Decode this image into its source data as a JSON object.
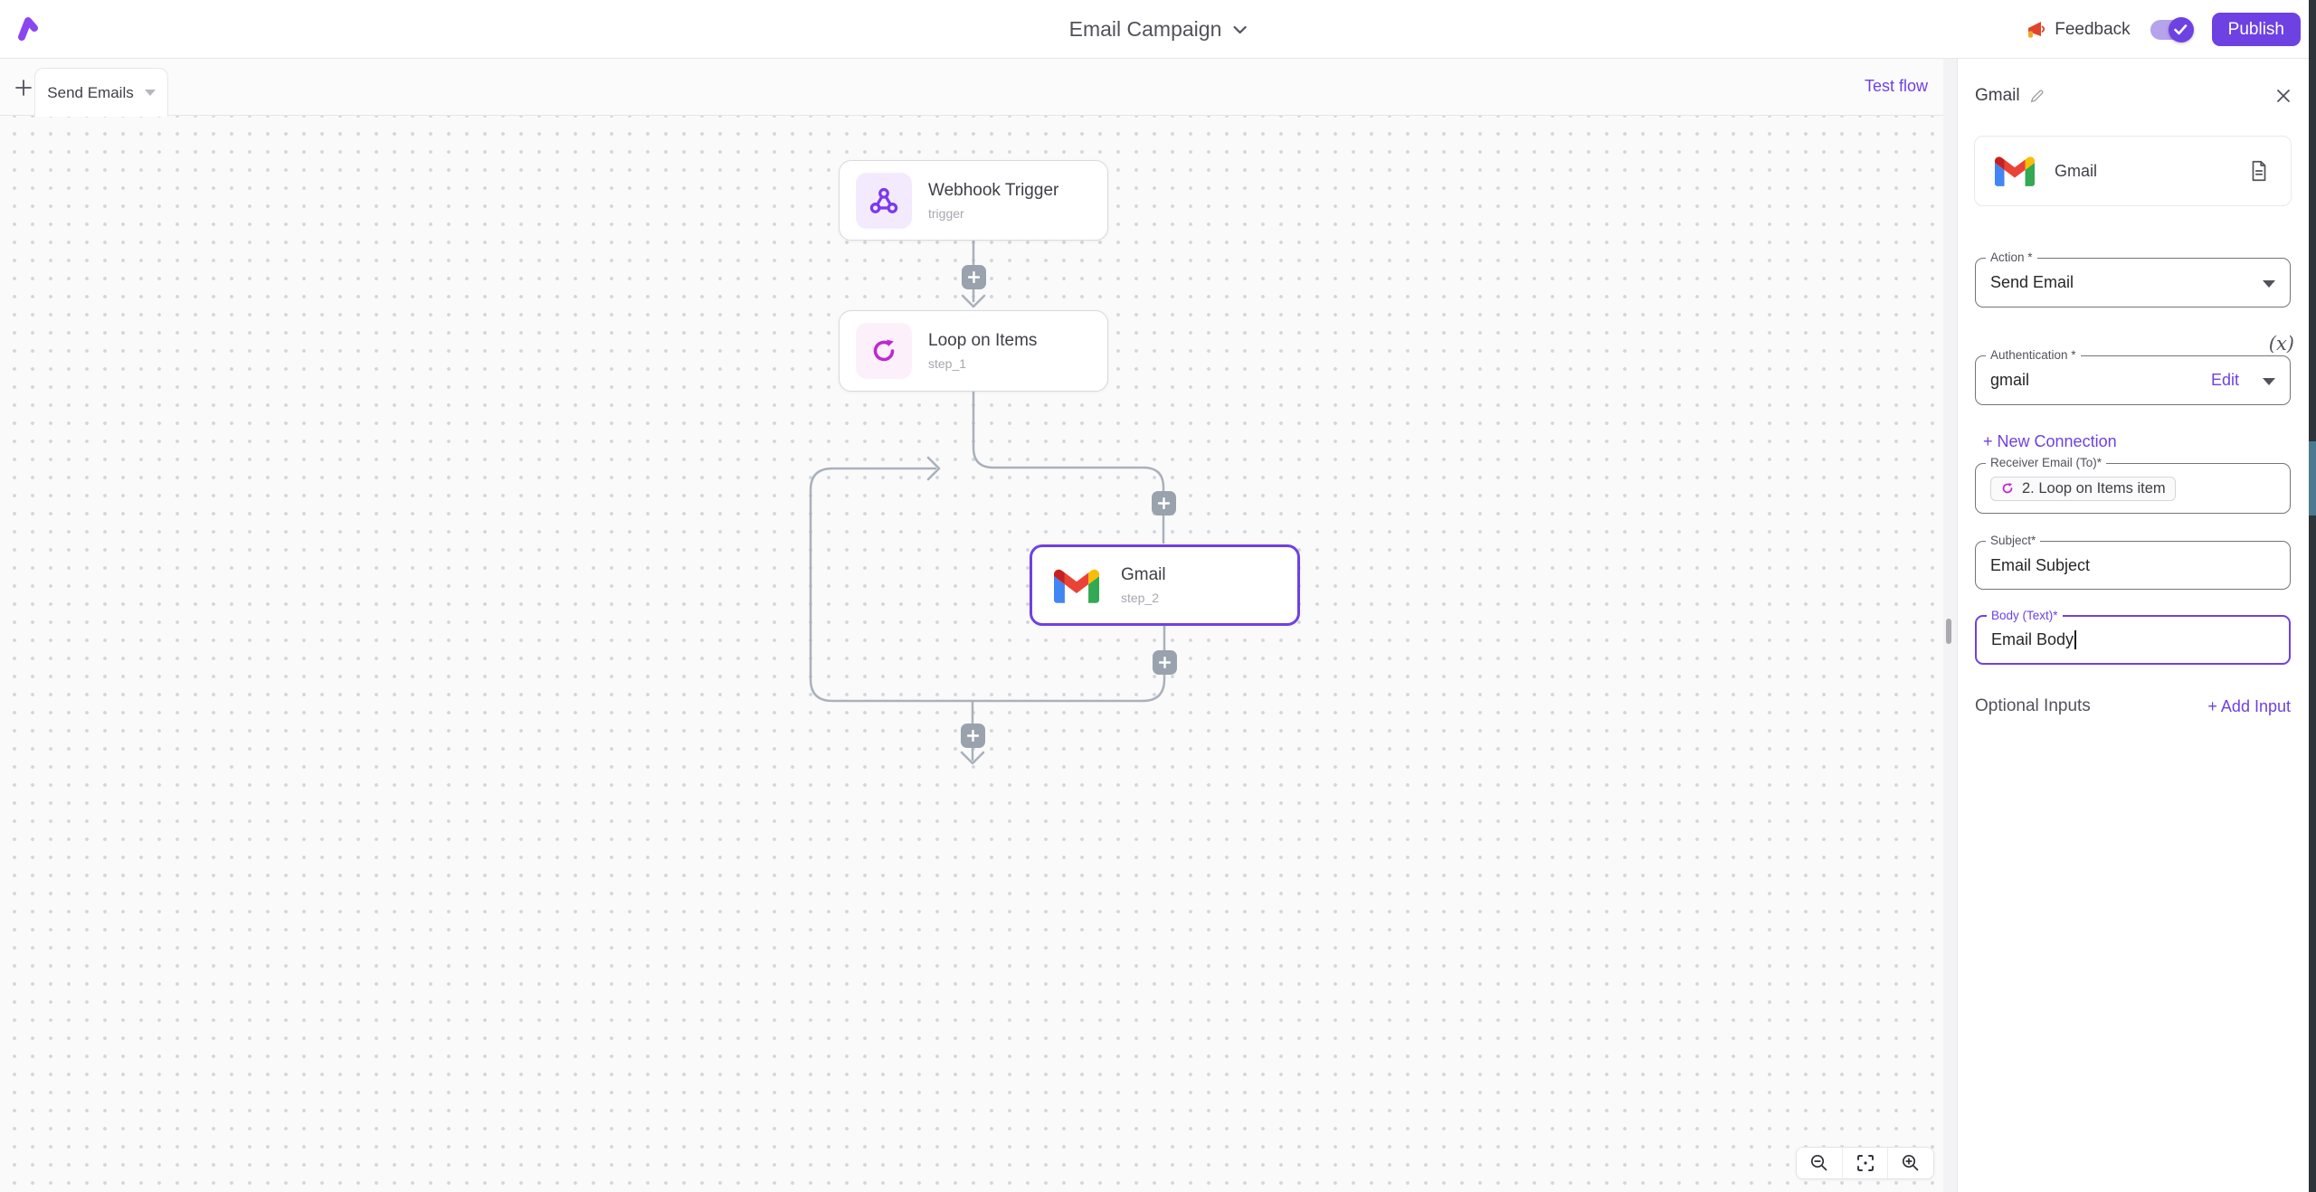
{
  "header": {
    "title": "Email Campaign",
    "feedback_label": "Feedback",
    "publish_label": "Publish"
  },
  "flow_tabs": {
    "active_tab": "Send Emails",
    "test_flow": "Test flow"
  },
  "nodes": {
    "trigger": {
      "title": "Webhook Trigger",
      "subtitle": "trigger"
    },
    "loop": {
      "title": "Loop on Items",
      "subtitle": "step_1"
    },
    "gmail": {
      "title": "Gmail",
      "subtitle": "step_2"
    }
  },
  "panel": {
    "title": "Gmail",
    "app_card": {
      "name": "Gmail"
    },
    "fields": {
      "action": {
        "label": "Action *",
        "value": "Send Email"
      },
      "authentication": {
        "label": "Authentication *",
        "value": "gmail",
        "edit": "Edit"
      },
      "receiver": {
        "label": "Receiver Email (To)*",
        "chip": "2. Loop on Items item"
      },
      "subject": {
        "label": "Subject*",
        "value": "Email Subject"
      },
      "body": {
        "label": "Body (Text)*",
        "value": "Email Body"
      }
    },
    "new_connection": "+ New Connection",
    "variable_button": "(x)",
    "optional_inputs": "Optional Inputs",
    "add_input": "+ Add Input"
  },
  "colors": {
    "accent": "#6e41e2",
    "webhook_purple": "#7c3aed",
    "loop_pink": "#c026d3",
    "connector_gray": "#a9b1bb",
    "gmail": [
      "#4285f4",
      "#34a853",
      "#fbbc04",
      "#c5221f",
      "#ea4335"
    ]
  }
}
